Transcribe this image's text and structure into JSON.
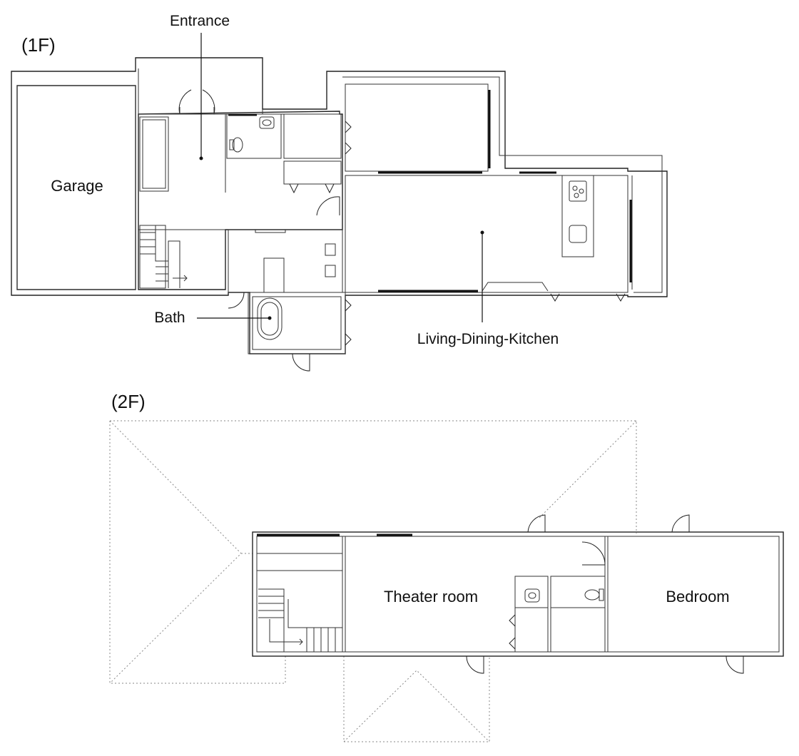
{
  "floors": {
    "first": {
      "label": "(1F)"
    },
    "second": {
      "label": "(2F)"
    }
  },
  "rooms": {
    "entrance": "Entrance",
    "garage": "Garage",
    "bath": "Bath",
    "ldk": "Living-Dining-Kitchen",
    "theater": "Theater room",
    "bedroom": "Bedroom"
  }
}
